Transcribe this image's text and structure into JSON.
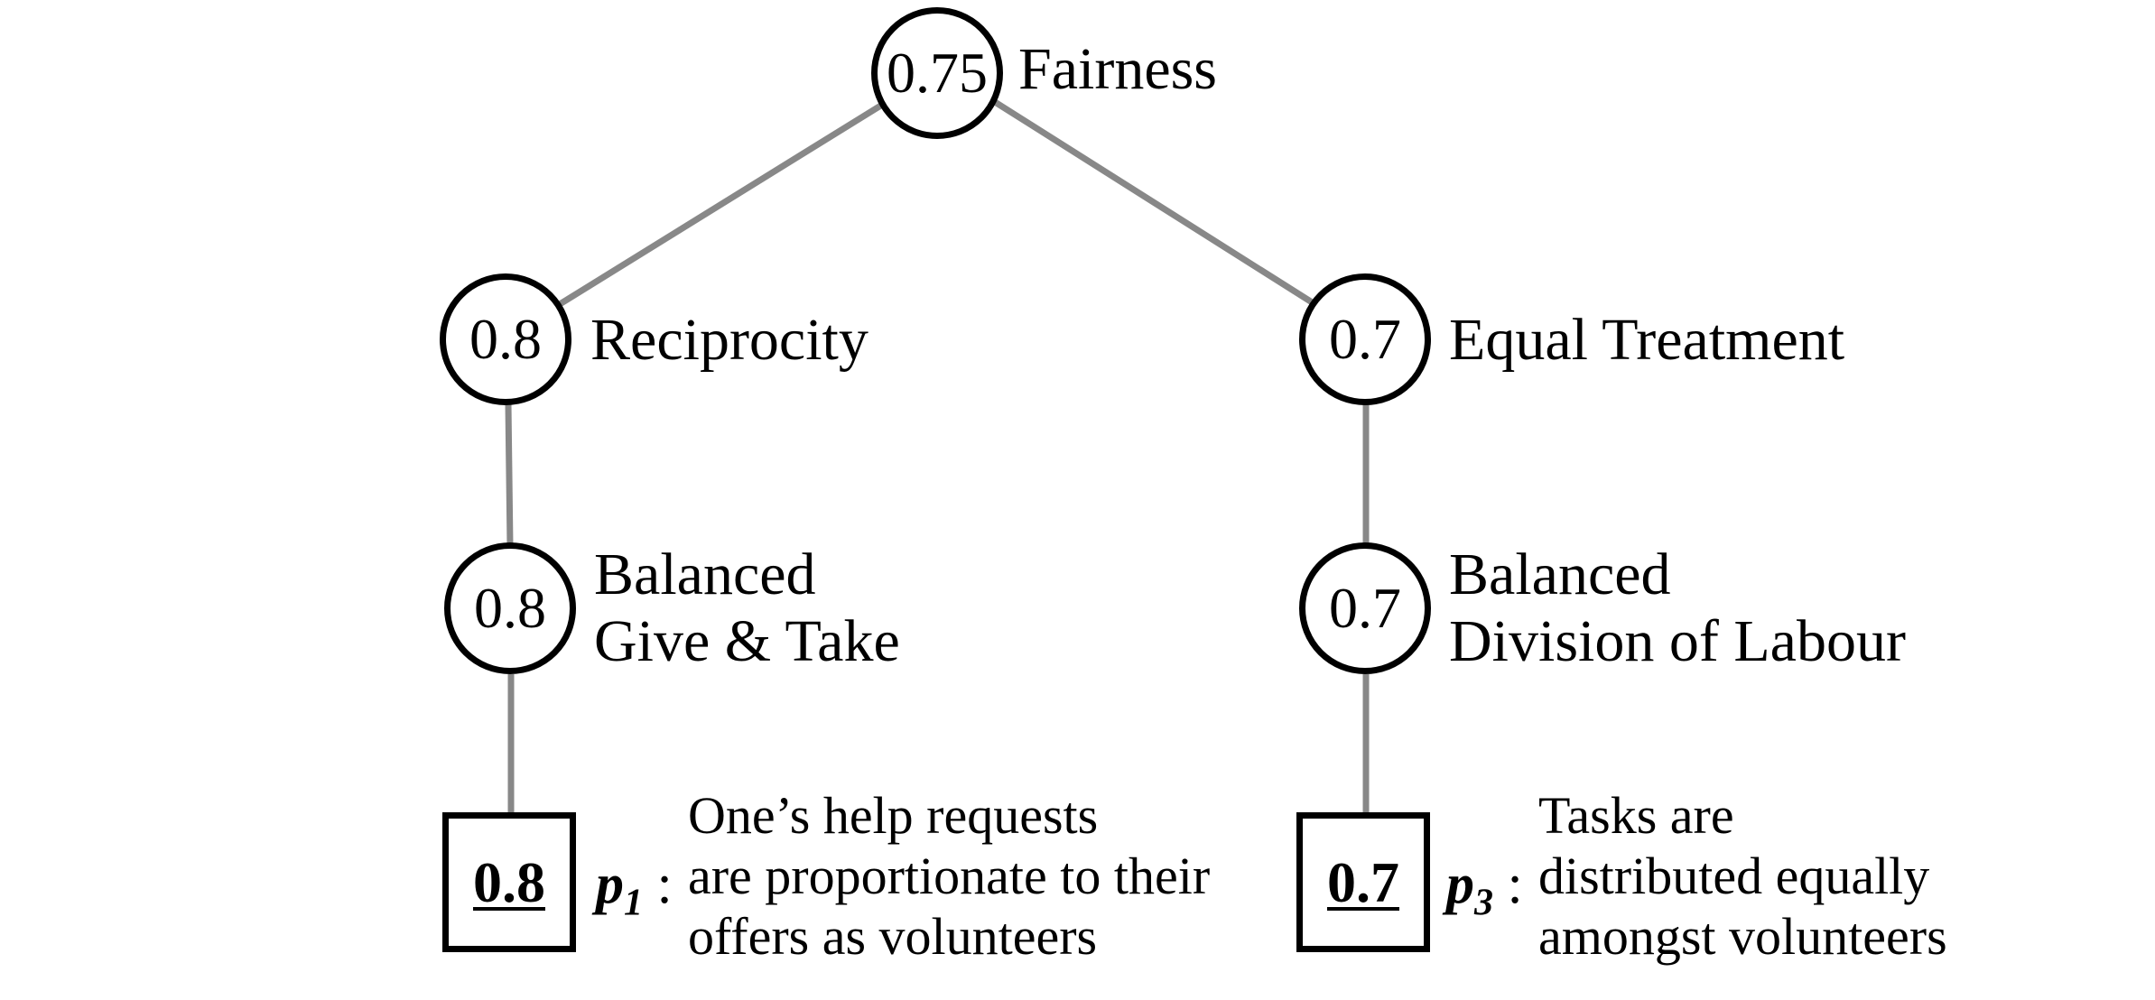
{
  "root": {
    "value": "0.75",
    "label": "Fairness"
  },
  "left": {
    "value": "0.8",
    "label": "Reciprocity",
    "child": {
      "value": "0.8",
      "label_lines": [
        "Balanced",
        "Give & Take"
      ]
    },
    "leaf": {
      "value": "0.8",
      "id": "p",
      "sub": "1",
      "desc_lines": [
        "One’s help requests",
        "are proportionate to their",
        "offers as volunteers"
      ]
    }
  },
  "right": {
    "value": "0.7",
    "label": "Equal Treatment",
    "child": {
      "value": "0.7",
      "label_lines": [
        "Balanced",
        "Division of Labour"
      ]
    },
    "leaf": {
      "value": "0.7",
      "id": "p",
      "sub": "3",
      "desc_lines": [
        "Tasks are",
        "distributed equally",
        "amongst volunteers"
      ]
    }
  },
  "colors": {
    "edge": "#888888",
    "stroke": "#000000"
  }
}
